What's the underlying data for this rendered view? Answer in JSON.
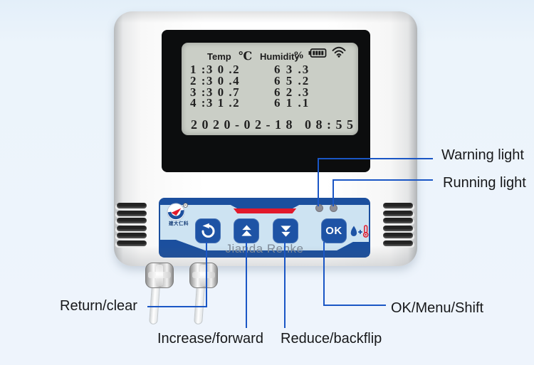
{
  "lcd": {
    "temp_label": "Temp",
    "temp_unit": "℃",
    "humidity_label": "Humidity",
    "humidity_unit": "%",
    "rows": [
      {
        "left": "1 :3 0 .2",
        "right": "6 3 .3"
      },
      {
        "left": "2 :3 0 .4",
        "right": "6 5 .2"
      },
      {
        "left": "3 :3 0 .7",
        "right": "6 2 .3"
      },
      {
        "left": "4 :3 1 .2",
        "right": "6 1 .1"
      }
    ],
    "datetime": "2 0 2 0 - 0 2 - 1 8   0 8 : 5 5"
  },
  "panel": {
    "brand_cn": "建大仁科",
    "brand_en": "Jianda Renke",
    "ok_label": "OK"
  },
  "annotations": {
    "warning_light": "Warning light",
    "running_light": "Running light",
    "return_clear": "Return/clear",
    "increase_forward": "Increase/forward",
    "reduce_backflip": "Reduce/backflip",
    "ok_menu_shift": "OK/Menu/Shift"
  },
  "icons": {
    "battery": "battery-icon",
    "wifi": "wifi-icon",
    "return": "return-arrow-icon",
    "increase": "double-up-icon",
    "reduce": "double-down-icon",
    "humidity_temp": "drop-thermometer-icon",
    "brand": "renke-logo-icon"
  },
  "colors": {
    "accent_blue": "#1b4f9e",
    "button_blue": "#1e53a5",
    "accent_red": "#e2192b",
    "leader_line": "#1a56c5",
    "lcd_background": "#cacec6",
    "panel_background": "#cde3f2",
    "page_background": "#eef4fc"
  }
}
